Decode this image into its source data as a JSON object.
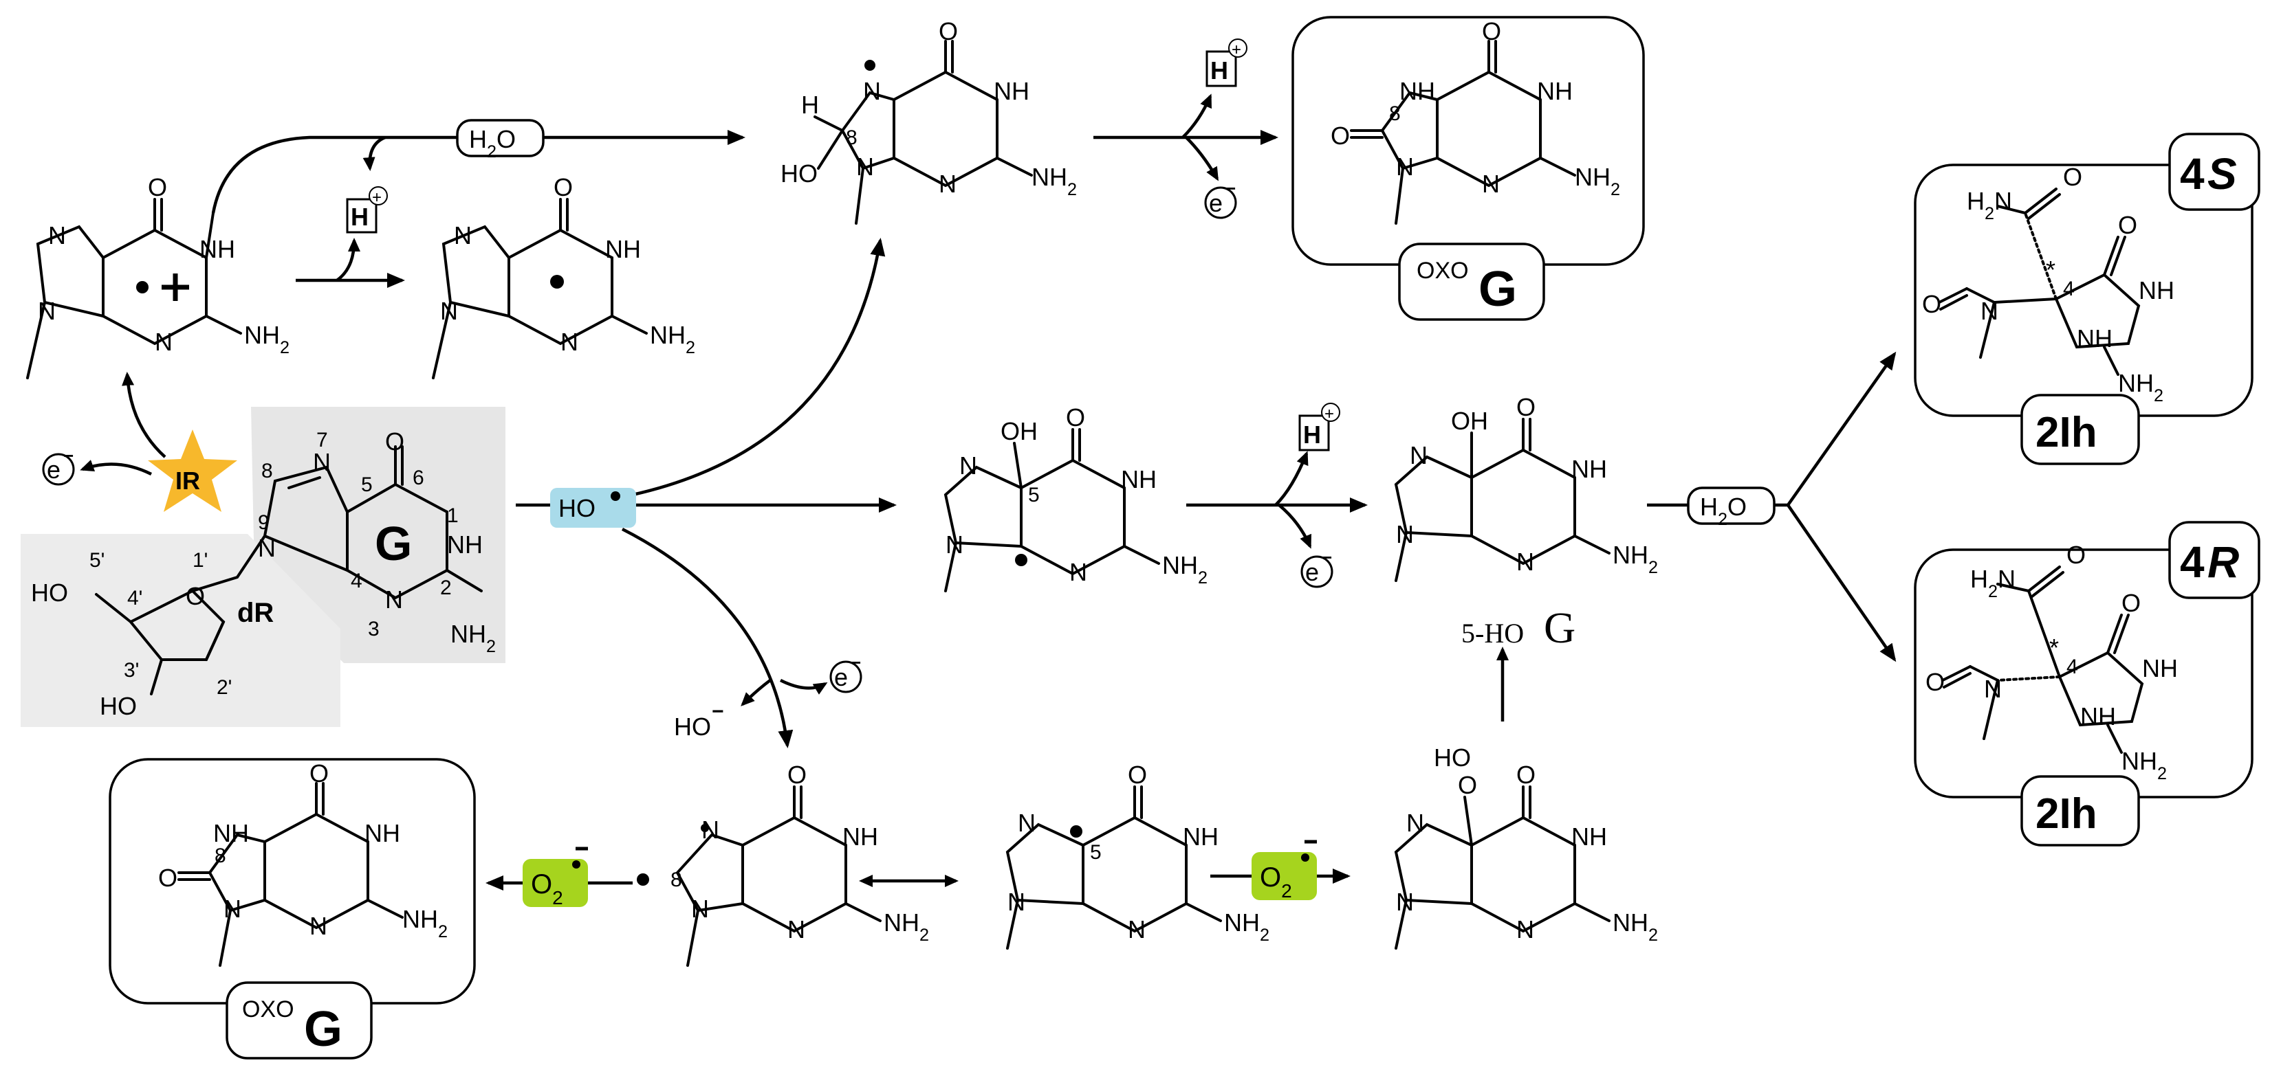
{
  "colors": {
    "hydroxyl_radical_bg": "#a9dbea",
    "superoxide_bg": "#a6d41e",
    "ir_star": "#f7b82c",
    "region_shade": "#e6e6e6"
  },
  "reagents": {
    "water": "H2O",
    "proton": "H",
    "proton_charge": "+",
    "electron": "e",
    "electron_charge": "−",
    "hydroxyl_radical": "HO",
    "hydroxide": "HO",
    "hydroxide_charge": "−",
    "superoxide": "O2",
    "ionizing_radiation": "IR"
  },
  "guanosine": {
    "base_label": "G",
    "sugar_label": "dR",
    "ring_numbers": [
      "1",
      "2",
      "3",
      "4",
      "5",
      "6",
      "7",
      "8",
      "9"
    ],
    "sugar_numbers": [
      "1'",
      "2'",
      "3'",
      "4'",
      "5'"
    ]
  },
  "products": {
    "oxoG": {
      "prefix": "OXO",
      "letter": "G"
    },
    "hydroxyG": {
      "prefix": "5-HO",
      "letter": "G"
    },
    "spiro_4S": {
      "label": "2Ih",
      "stereo_num": "4",
      "stereo_letter": "S"
    },
    "spiro_4R": {
      "label": "2Ih",
      "stereo_num": "4",
      "stereo_letter": "R"
    }
  },
  "atom_labels": {
    "N": "N",
    "NH": "NH",
    "NH2": "NH2",
    "O": "O",
    "OH": "OH",
    "H": "H",
    "HO": "HO",
    "H2N": "H2N",
    "HOO": "HO"
  },
  "position_labels": {
    "c4": "4",
    "c5": "5",
    "c8": "8",
    "stereo_mark": "*"
  }
}
